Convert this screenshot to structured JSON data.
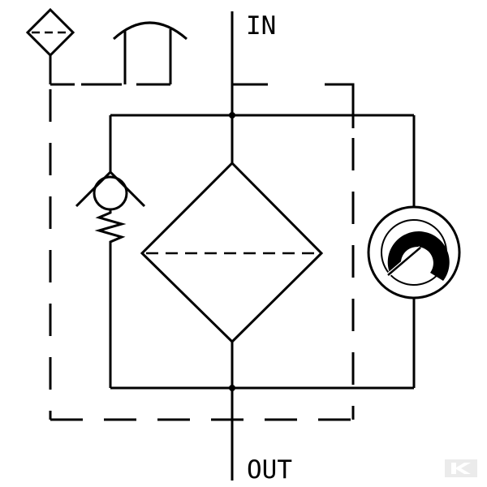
{
  "ports": {
    "inlet_label": "IN",
    "outlet_label": "OUT"
  },
  "components": [
    {
      "name": "filter-element",
      "icon": "diamond-with-dashed-line-icon"
    },
    {
      "name": "drain-valve",
      "icon": "check-valve-with-spring-icon"
    },
    {
      "name": "pressure-gauge",
      "icon": "gauge-icon"
    },
    {
      "name": "filter-indicator",
      "icon": "small-filter-diamond-icon"
    },
    {
      "name": "manual-actuator",
      "icon": "lever-arc-icon"
    }
  ],
  "watermark": {
    "icon": "brand-k-logo-icon"
  },
  "colors": {
    "line": "#000000",
    "background": "#ffffff",
    "watermark": "#d9d9d9"
  }
}
